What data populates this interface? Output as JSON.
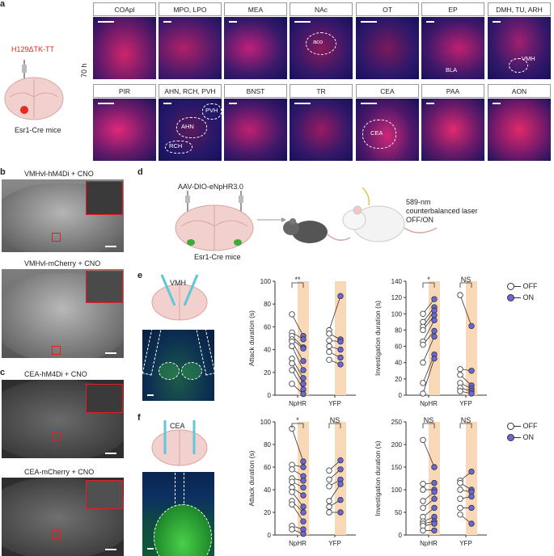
{
  "panel_labels": {
    "a": "a",
    "b": "b",
    "c": "c",
    "d": "d",
    "e": "e",
    "f": "f"
  },
  "panel_a": {
    "virus": "H129ΔTK-TT",
    "mouse_line": "Esr1-Cre mice",
    "timepoint": "70 h",
    "row1": [
      "COApl",
      "MPO, LPO",
      "MEA",
      "NAc",
      "OT",
      "EP",
      "DMH, TU, ARH"
    ],
    "row2": [
      "PIR",
      "AHN, RCH, PVH",
      "BNST",
      "TR",
      "CEA",
      "PAA",
      "AON"
    ],
    "inset_labels": {
      "aco": "aco",
      "bla": "BLA",
      "vmh": "VMH",
      "pvh": "PVH",
      "ahn": "AHN",
      "rch": "RCH",
      "cea": "CEA"
    }
  },
  "panel_b": {
    "top": "VMHvl-hM4Di + CNO",
    "bottom": "VMHvl-mCherry + CNO"
  },
  "panel_c": {
    "top": "CEA-hM4Di + CNO",
    "bottom": "CEA-mCherry + CNO"
  },
  "panel_d": {
    "virus": "AAV-DIO-eNpHR3.0",
    "mouse_line": "Esr1-Cre mice",
    "laser_line1": "589-nm",
    "laser_line2": "counterbalanced laser",
    "laser_line3": "OFF/ON"
  },
  "panel_e": {
    "region": "VMH"
  },
  "panel_f": {
    "region": "CEA"
  },
  "legend": {
    "off": "OFF",
    "on": "ON"
  },
  "colors": {
    "on_fill": "#6b67d6",
    "laser_band": "#f9d8b8",
    "virus_red": "#e8291c"
  },
  "chart_data": [
    {
      "id": "e-attack",
      "type": "scatter",
      "xlabel": "",
      "ylabel": "Attack duration (s)",
      "ylim": [
        0,
        100
      ],
      "yticks": [
        0,
        20,
        40,
        60,
        80,
        100
      ],
      "categories": [
        "NpHR",
        "YFP"
      ],
      "significance": [
        "**",
        ""
      ],
      "series": [
        {
          "name": "NpHR",
          "off": [
            71,
            55,
            52,
            49,
            47,
            43,
            32,
            28,
            22,
            10
          ],
          "on": [
            52,
            49,
            42,
            41,
            30,
            22,
            15,
            10,
            5,
            1
          ]
        },
        {
          "name": "YFP",
          "off": [
            57,
            54,
            48,
            43,
            38,
            31
          ],
          "on": [
            87,
            49,
            47,
            40,
            33,
            27
          ]
        }
      ]
    },
    {
      "id": "e-investigation",
      "type": "scatter",
      "xlabel": "",
      "ylabel": "Investigation duration (s)",
      "ylim": [
        0,
        140
      ],
      "yticks": [
        0,
        20,
        40,
        60,
        80,
        100,
        120,
        140
      ],
      "categories": [
        "NpHR",
        "YFP"
      ],
      "significance": [
        "*",
        "NS"
      ],
      "series": [
        {
          "name": "NpHR",
          "off": [
            100,
            90,
            84,
            80,
            66,
            62,
            40,
            15,
            2
          ],
          "on": [
            118,
            108,
            104,
            98,
            92,
            79,
            72,
            50,
            45
          ]
        },
        {
          "name": "YFP",
          "off": [
            123,
            32,
            25,
            15,
            9,
            5
          ],
          "on": [
            85,
            30,
            12,
            8,
            5,
            2
          ]
        }
      ]
    },
    {
      "id": "f-attack",
      "type": "scatter",
      "xlabel": "",
      "ylabel": "Attack duration (s)",
      "ylim": [
        0,
        100
      ],
      "yticks": [
        0,
        20,
        40,
        60,
        80,
        100
      ],
      "categories": [
        "NpHR",
        "YFP"
      ],
      "significance": [
        "*",
        "NS"
      ],
      "series": [
        {
          "name": "NpHR",
          "off": [
            94,
            62,
            58,
            50,
            47,
            42,
            38,
            30,
            27,
            8,
            5
          ],
          "on": [
            65,
            60,
            52,
            48,
            42,
            35,
            25,
            20,
            12,
            5,
            1
          ]
        },
        {
          "name": "YFP",
          "off": [
            57,
            49,
            43,
            30,
            25,
            20
          ],
          "on": [
            66,
            58,
            49,
            45,
            31,
            20
          ]
        }
      ]
    },
    {
      "id": "f-investigation",
      "type": "scatter",
      "xlabel": "",
      "ylabel": "Investigation duration (s)",
      "ylim": [
        0,
        250
      ],
      "yticks": [
        0,
        50,
        100,
        150,
        200,
        250
      ],
      "categories": [
        "NpHR",
        "YFP"
      ],
      "significance": [
        "NS",
        "NS"
      ],
      "series": [
        {
          "name": "NpHR",
          "off": [
            210,
            113,
            100,
            75,
            60,
            40,
            30,
            25,
            20,
            10
          ],
          "on": [
            150,
            115,
            100,
            95,
            80,
            60,
            40,
            30,
            25,
            10
          ]
        },
        {
          "name": "YFP",
          "off": [
            120,
            115,
            100,
            80,
            60,
            45
          ],
          "on": [
            140,
            100,
            95,
            85,
            60,
            25
          ]
        }
      ]
    }
  ]
}
